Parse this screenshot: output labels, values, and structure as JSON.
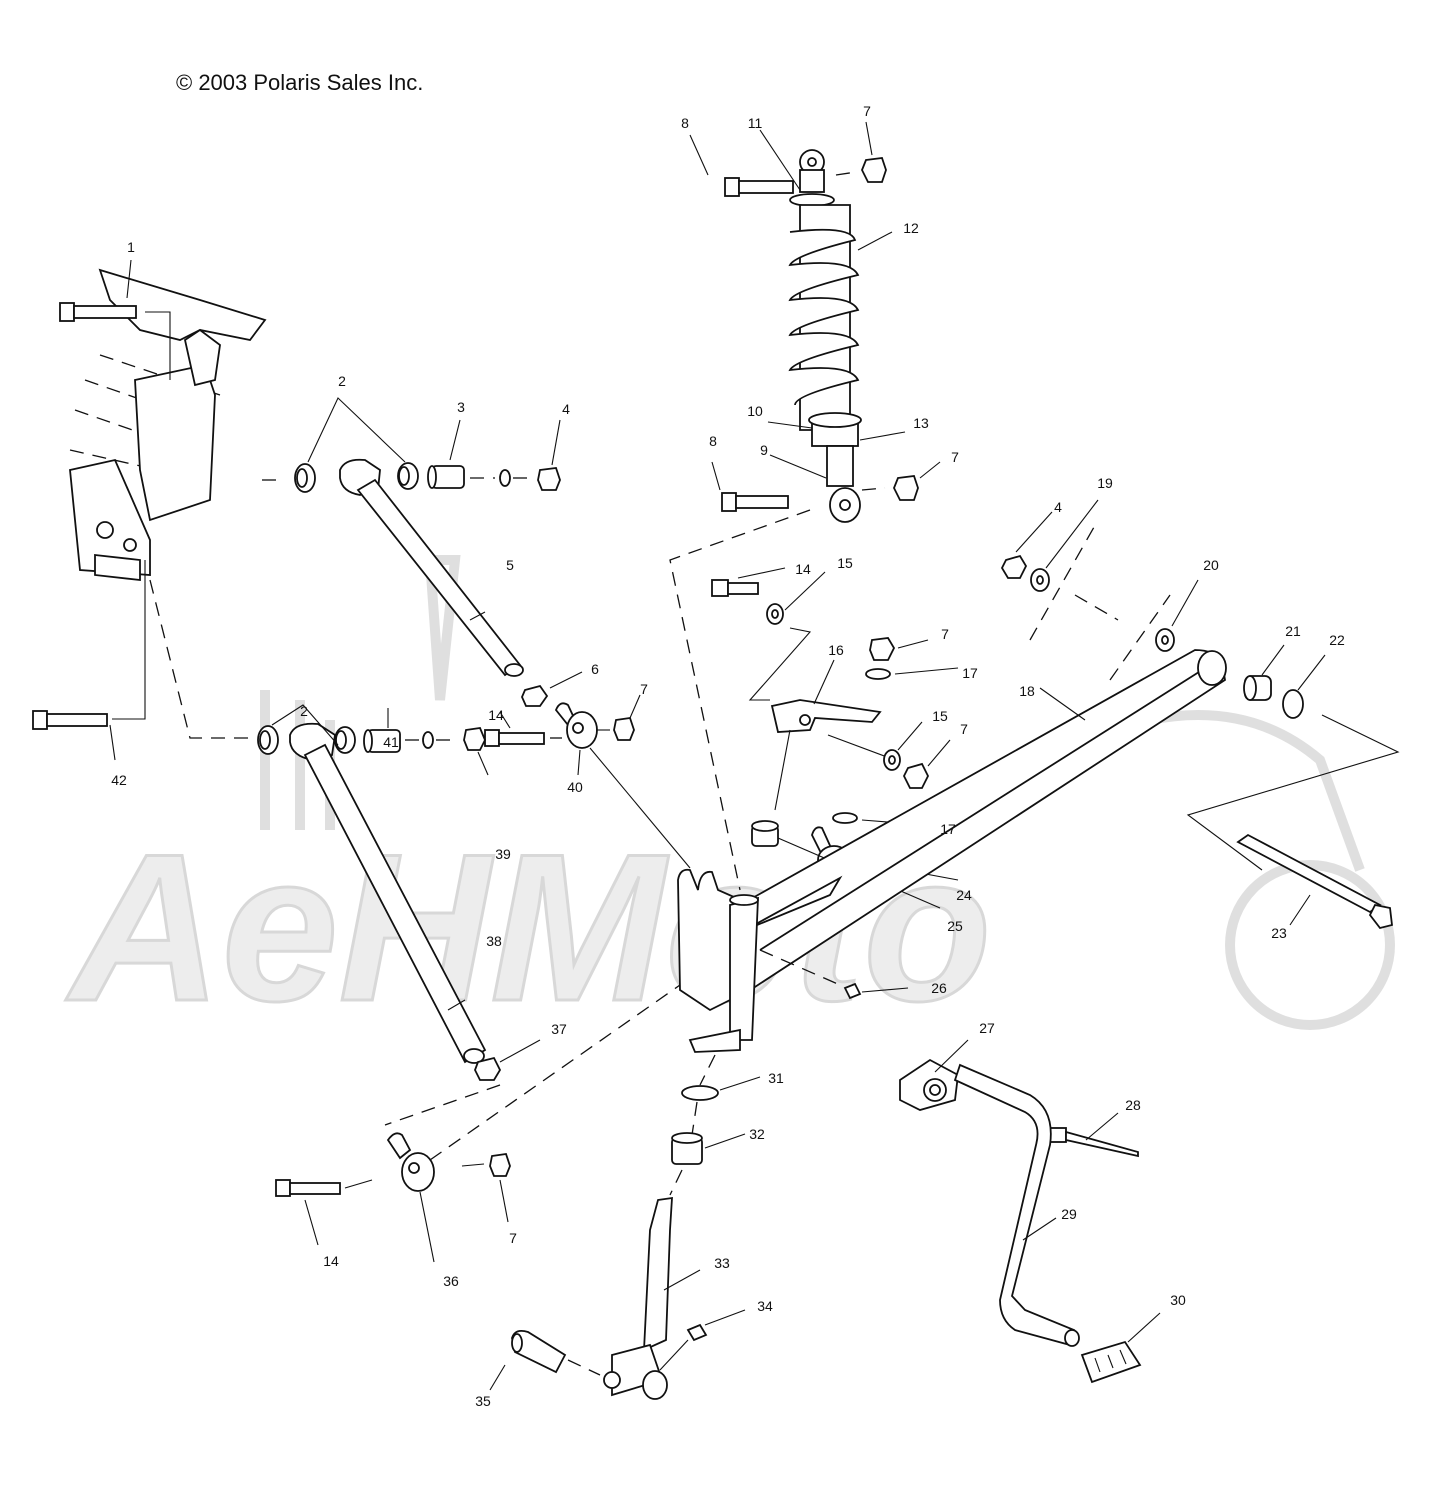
{
  "copyright": "© 2003 Polaris Sales Inc.",
  "watermark_text": "AeHMoto",
  "callouts": [
    {
      "id": "c1",
      "text": "1"
    },
    {
      "id": "c2a",
      "text": "2"
    },
    {
      "id": "c2b",
      "text": "2"
    },
    {
      "id": "c3",
      "text": "3"
    },
    {
      "id": "c4a",
      "text": "4"
    },
    {
      "id": "c4b",
      "text": "4"
    },
    {
      "id": "c5",
      "text": "5"
    },
    {
      "id": "c6",
      "text": "6"
    },
    {
      "id": "c7a",
      "text": "7"
    },
    {
      "id": "c7b",
      "text": "7"
    },
    {
      "id": "c7c",
      "text": "7"
    },
    {
      "id": "c7d",
      "text": "7"
    },
    {
      "id": "c7e",
      "text": "7"
    },
    {
      "id": "c7f",
      "text": "7"
    },
    {
      "id": "c8a",
      "text": "8"
    },
    {
      "id": "c8b",
      "text": "8"
    },
    {
      "id": "c9",
      "text": "9"
    },
    {
      "id": "c10",
      "text": "10"
    },
    {
      "id": "c11",
      "text": "11"
    },
    {
      "id": "c12",
      "text": "12"
    },
    {
      "id": "c13",
      "text": "13"
    },
    {
      "id": "c14a",
      "text": "14"
    },
    {
      "id": "c14b",
      "text": "14"
    },
    {
      "id": "c14c",
      "text": "14"
    },
    {
      "id": "c15a",
      "text": "15"
    },
    {
      "id": "c15b",
      "text": "15"
    },
    {
      "id": "c16",
      "text": "16"
    },
    {
      "id": "c17a",
      "text": "17"
    },
    {
      "id": "c17b",
      "text": "17"
    },
    {
      "id": "c18",
      "text": "18"
    },
    {
      "id": "c19",
      "text": "19"
    },
    {
      "id": "c20",
      "text": "20"
    },
    {
      "id": "c21",
      "text": "21"
    },
    {
      "id": "c22",
      "text": "22"
    },
    {
      "id": "c23",
      "text": "23"
    },
    {
      "id": "c24",
      "text": "24"
    },
    {
      "id": "c25",
      "text": "25"
    },
    {
      "id": "c26",
      "text": "26"
    },
    {
      "id": "c27",
      "text": "27"
    },
    {
      "id": "c28",
      "text": "28"
    },
    {
      "id": "c29",
      "text": "29"
    },
    {
      "id": "c30",
      "text": "30"
    },
    {
      "id": "c31",
      "text": "31"
    },
    {
      "id": "c32",
      "text": "32"
    },
    {
      "id": "c33",
      "text": "33"
    },
    {
      "id": "c34",
      "text": "34"
    },
    {
      "id": "c35",
      "text": "35"
    },
    {
      "id": "c36",
      "text": "36"
    },
    {
      "id": "c37",
      "text": "37"
    },
    {
      "id": "c38",
      "text": "38"
    },
    {
      "id": "c39",
      "text": "39"
    },
    {
      "id": "c40",
      "text": "40"
    },
    {
      "id": "c41",
      "text": "41"
    },
    {
      "id": "c42",
      "text": "42"
    }
  ]
}
